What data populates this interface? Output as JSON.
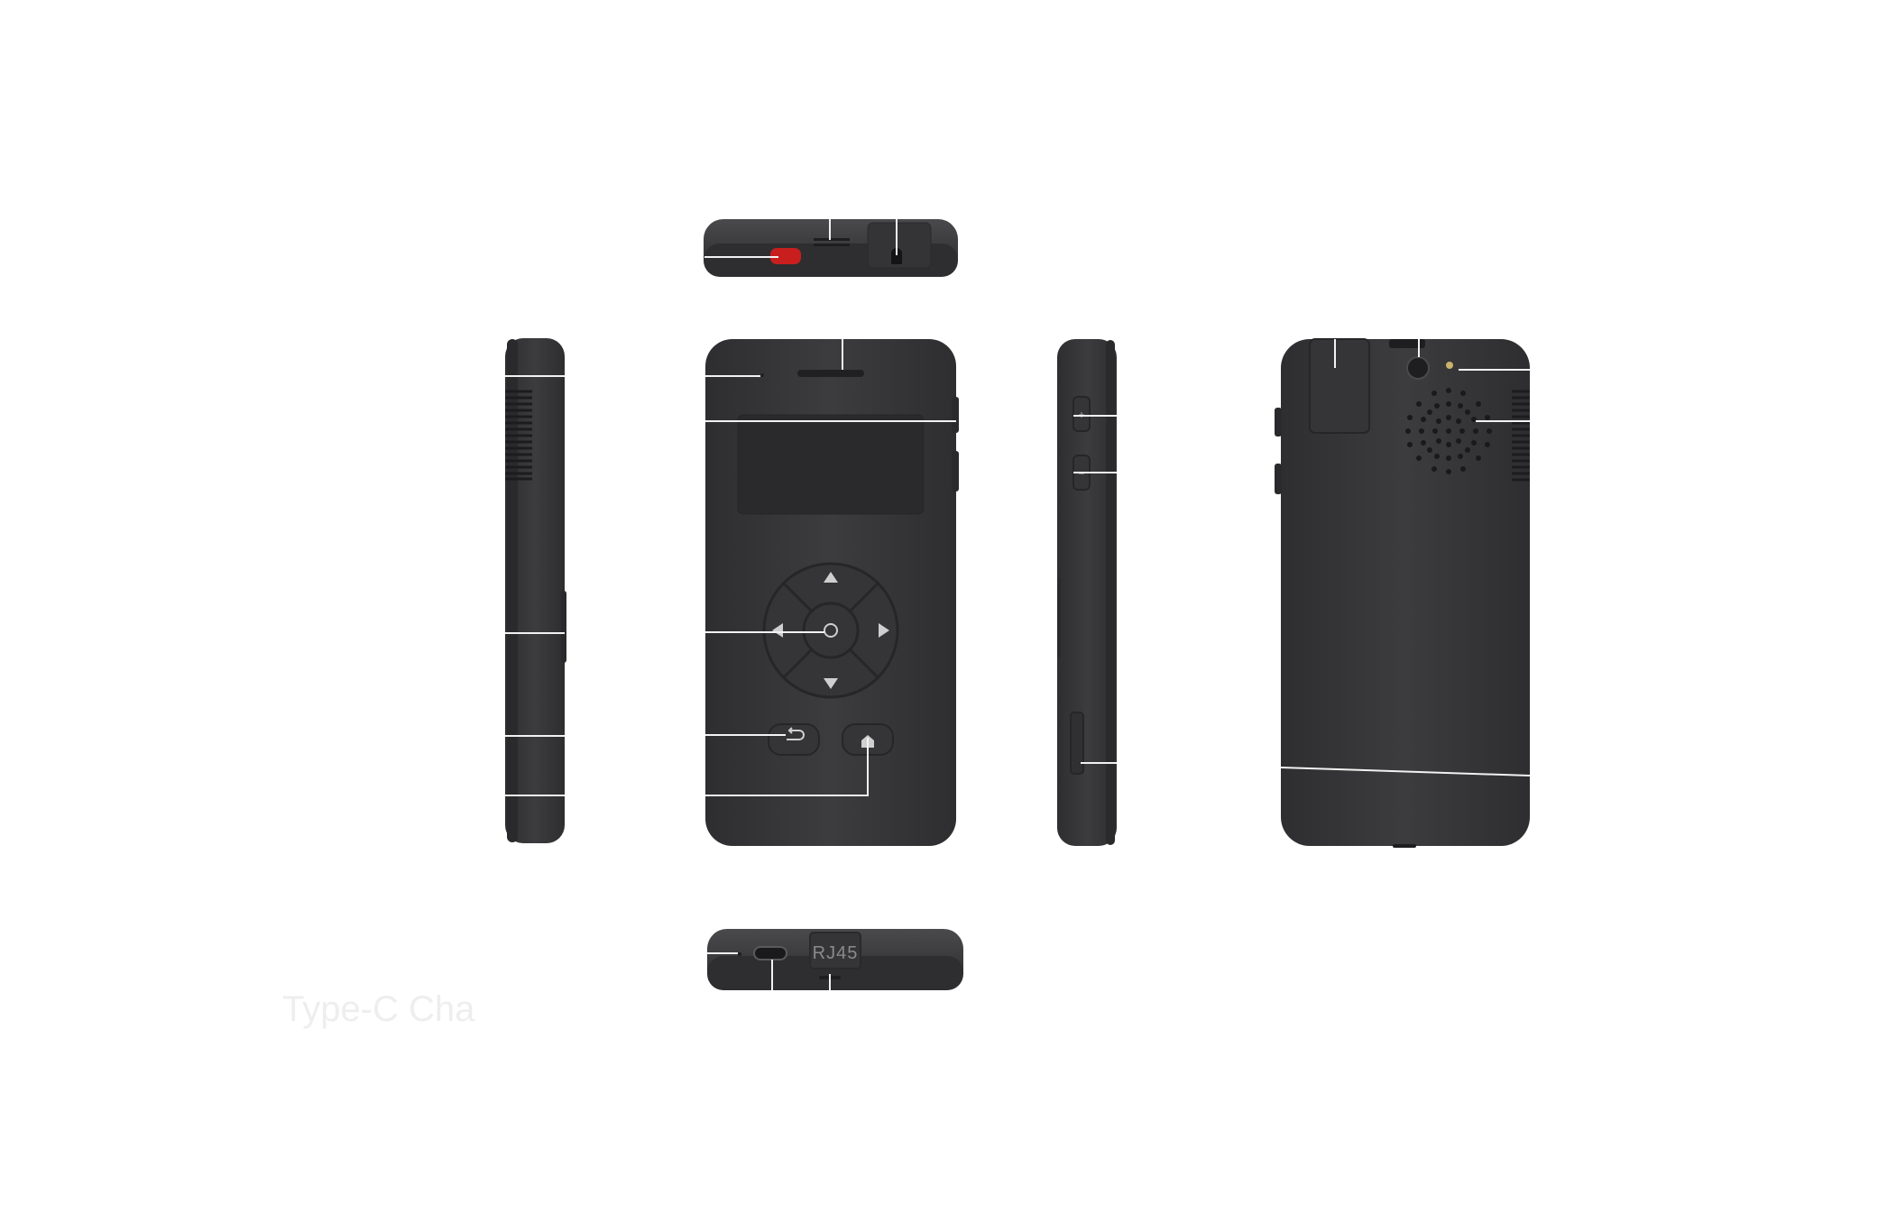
{
  "diagram": {
    "views": [
      "top-view",
      "left-side-view",
      "front-view",
      "right-side-view",
      "back-view",
      "bottom-view"
    ],
    "labels": {
      "ethernet_port": "RJ45",
      "faint_caption": "Type-C Cha"
    },
    "colors": {
      "background": "#ffffff",
      "body": "#3a3a3c",
      "body_edge": "#2a2a2c",
      "screen": "#2c2c2e",
      "leader_line": "#f2f2f2",
      "red_button": "#c81e1e",
      "port_text": "#8a8a8a"
    },
    "icons": [
      "up-arrow-icon",
      "down-arrow-icon",
      "left-arrow-icon",
      "right-arrow-icon",
      "ok-circle-icon",
      "back-icon",
      "home-icon",
      "plus-icon",
      "minus-icon"
    ]
  }
}
